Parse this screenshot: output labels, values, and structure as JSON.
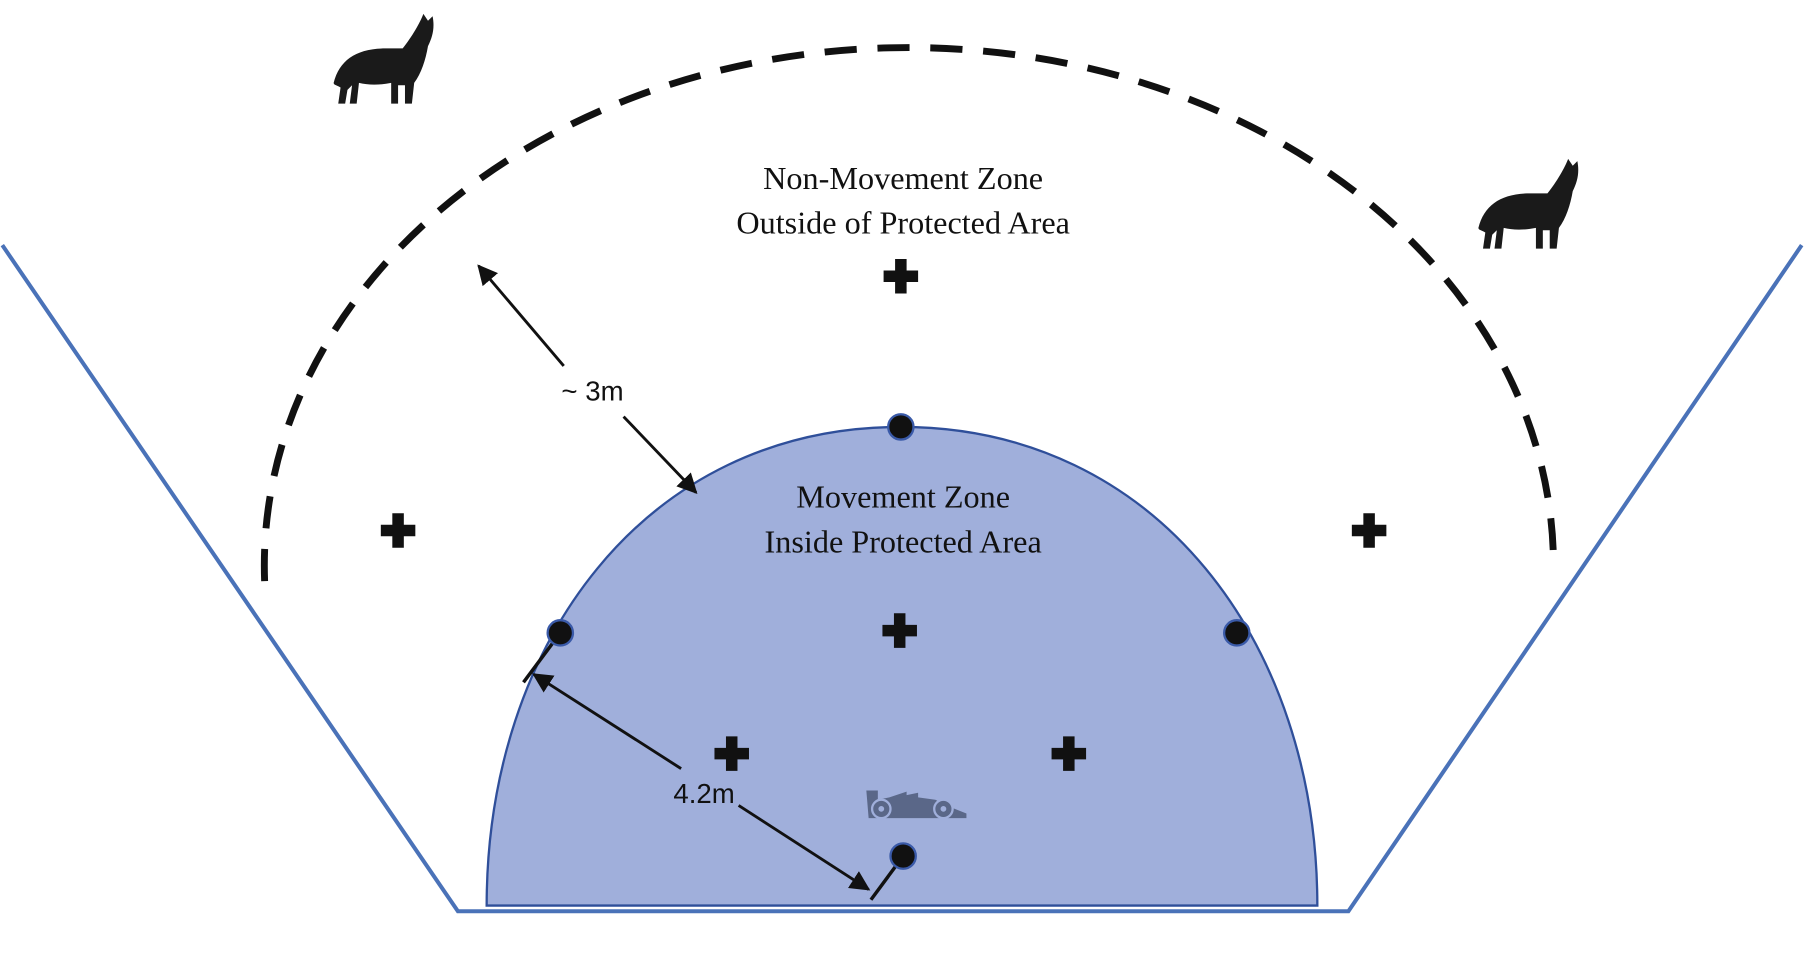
{
  "labels": {
    "outer_zone_line1": "Non-Movement Zone",
    "outer_zone_line2": "Outside of Protected Area",
    "inner_zone_line1": "Movement Zone",
    "inner_zone_line2": "Inside Protected Area",
    "outer_distance": "~ 3m",
    "inner_radius": "4.2m"
  },
  "icons": [
    "wolf-icon",
    "wolf-icon",
    "race-car-icon",
    "plus-icon",
    "sensor-dot-icon"
  ],
  "colors": {
    "boundary": "#4a72b8",
    "movement_zone_fill": "#a0afdb",
    "movement_zone_stroke": "#2f4f9a",
    "marks": "#111111",
    "car": "#5a6788"
  }
}
